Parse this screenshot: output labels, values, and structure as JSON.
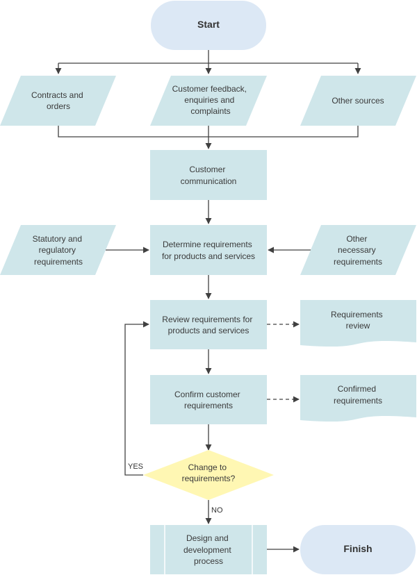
{
  "colors": {
    "terminator_fill": "#dce8f5",
    "process_fill": "#cfe6ea",
    "decision_fill": "#fff7b3",
    "line": "#404040"
  },
  "nodes": {
    "start": {
      "text": "Start"
    },
    "contracts": {
      "lines": [
        "Contracts and",
        "orders"
      ]
    },
    "feedback": {
      "lines": [
        "Customer feedback,",
        "enquiries and",
        "complaints"
      ]
    },
    "other_sources": {
      "lines": [
        "Other sources"
      ]
    },
    "customer_comm": {
      "lines": [
        "Customer",
        "communication"
      ]
    },
    "statutory": {
      "lines": [
        "Statutory and",
        "regulatory",
        "requirements"
      ]
    },
    "determine": {
      "lines": [
        "Determine requirements",
        "for products and services"
      ]
    },
    "other_necessary": {
      "lines": [
        "Other",
        "necessary",
        "requirements"
      ]
    },
    "review": {
      "lines": [
        "Review requirements for",
        "products and services"
      ]
    },
    "req_review_doc": {
      "lines": [
        "Requirements",
        "review"
      ]
    },
    "confirm": {
      "lines": [
        "Confirm customer",
        "requirements"
      ]
    },
    "confirmed_doc": {
      "lines": [
        "Confirmed",
        "requirements"
      ]
    },
    "decision": {
      "lines": [
        "Change to",
        "requirements?"
      ]
    },
    "design": {
      "lines": [
        "Design and",
        "development",
        "process"
      ]
    },
    "finish": {
      "text": "Finish"
    }
  },
  "edge_labels": {
    "yes": "YES",
    "no": "NO"
  }
}
